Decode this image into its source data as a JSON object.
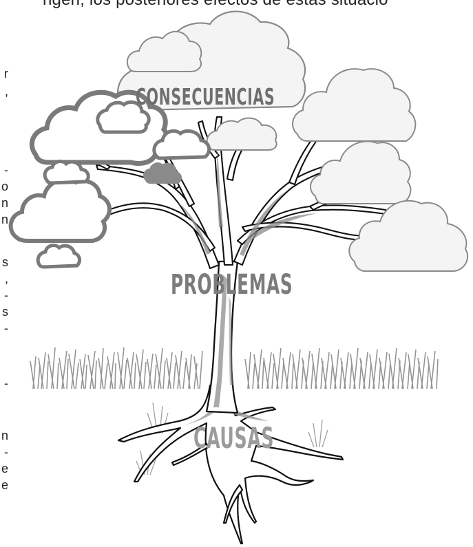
{
  "header": {
    "partial_text": "ngen, los posteriores efectos de estas situacio"
  },
  "left_edge_fragments": [
    "r",
    ",",
    "-",
    "o",
    "n",
    "n",
    "s",
    ",",
    "-",
    "s",
    "-",
    "-",
    "n",
    "-",
    "e",
    "e"
  ],
  "diagram": {
    "labels": {
      "consequences": "CONSECUENCIAS",
      "problems": "PROBLEMAS",
      "causes": "CAUSAS"
    }
  },
  "colors": {
    "cloud_fill": "#f2f2f2",
    "cloud_stroke": "#8a8a8a",
    "trunk_stroke": "#111111",
    "grass": "#9a9a9a"
  }
}
